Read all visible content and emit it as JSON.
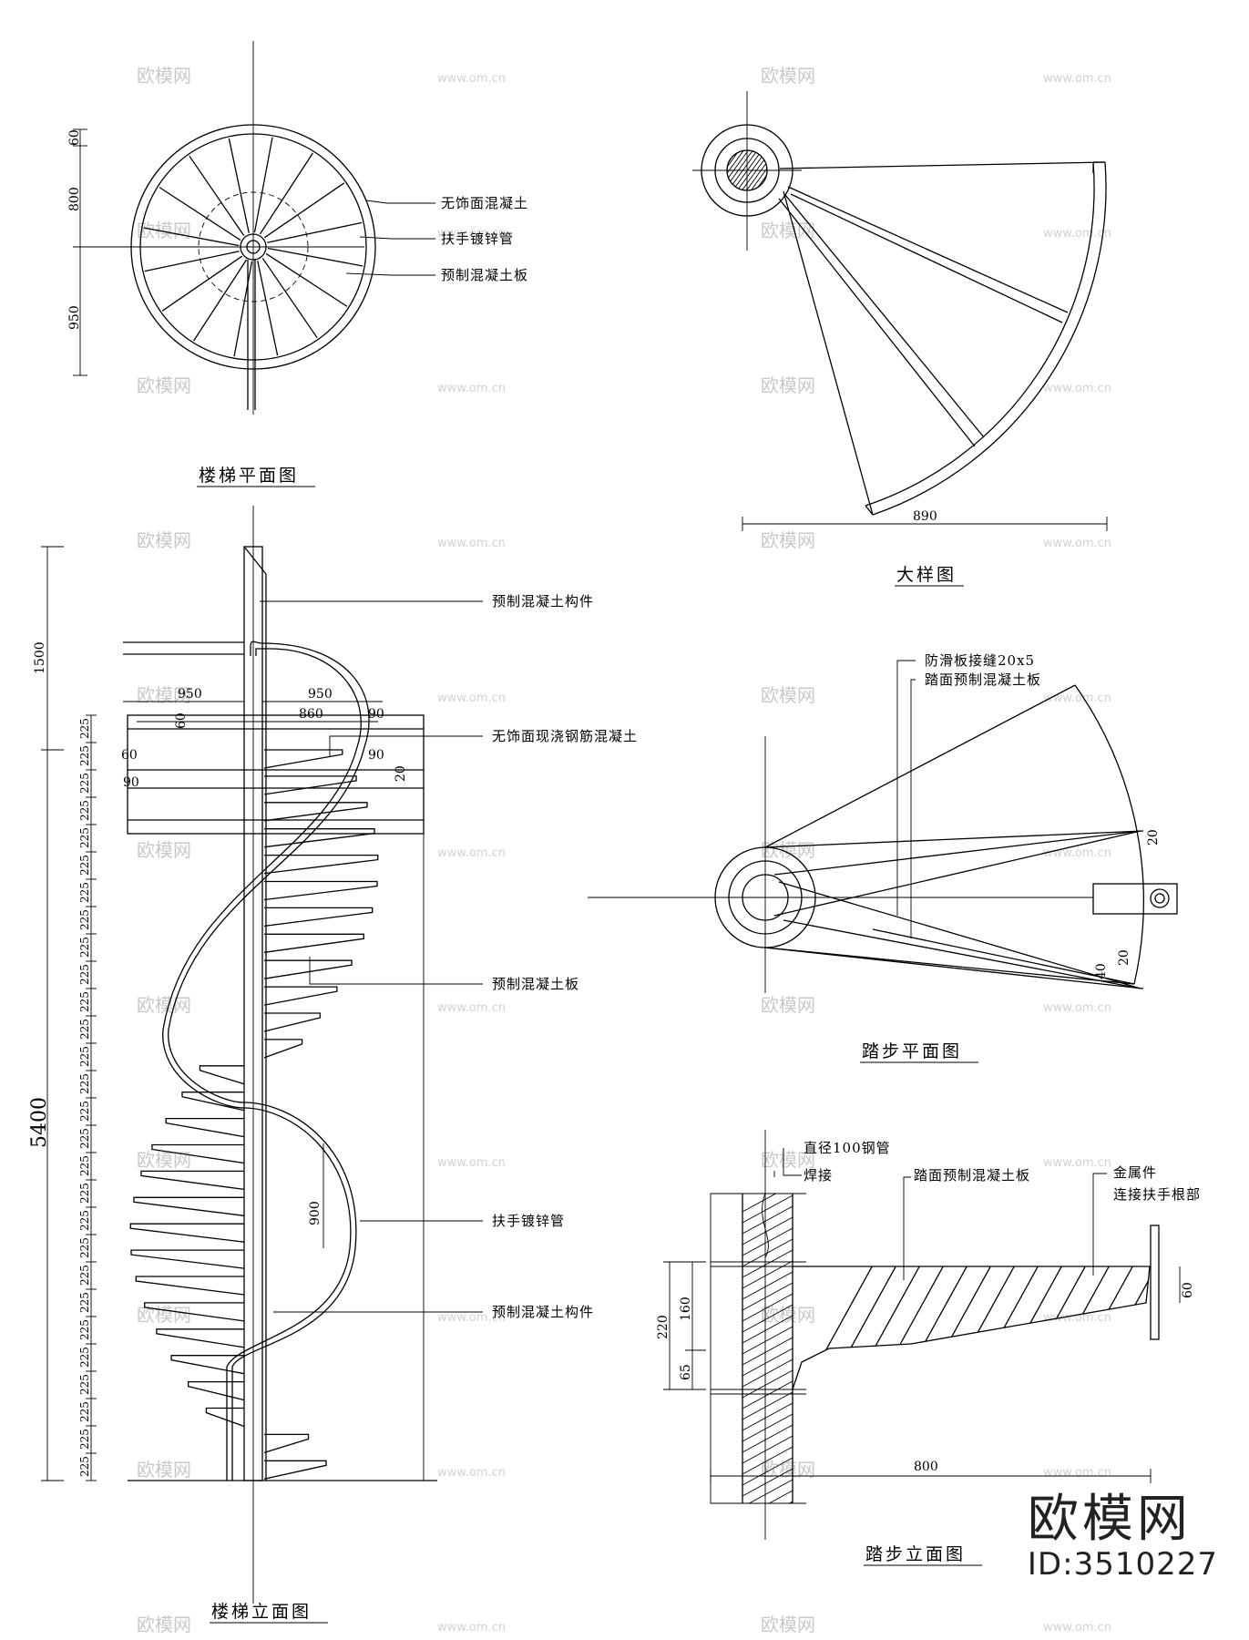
{
  "titles": {
    "stair_plan": "楼梯平面图",
    "detail": "大样图",
    "stair_elevation": "楼梯立面图",
    "tread_plan": "踏步平面图",
    "tread_elevation": "踏步立面图"
  },
  "plan_labels": [
    "无饰面混凝土",
    "扶手镀锌管",
    "预制混凝土板"
  ],
  "plan_dims": [
    "60",
    "800",
    "950"
  ],
  "detail_dim": "890",
  "elevation_labels": {
    "top_member": "预制混凝土构件",
    "landing": "无饰面现浇钢筋混凝土",
    "slab": "预制混凝土板",
    "handrail": "扶手镀锌管",
    "bottom_member": "预制混凝土构件"
  },
  "elevation_dims": {
    "top": "1500",
    "total": "5400",
    "riser": "225",
    "left_width": "950",
    "right_width": "950",
    "inner_width": "860",
    "d60a": "60",
    "d90a": "90",
    "d60b": "60",
    "d90b": "90",
    "d90c": "90",
    "d20": "20",
    "rail_height": "900"
  },
  "tread_plan_labels": [
    "防滑板接缝20x5",
    "踏面预制混凝土板"
  ],
  "tread_plan_dims": [
    "20",
    "20",
    "40"
  ],
  "tread_elev_labels": [
    "直径100钢管",
    "焊接",
    "踏面预制混凝土板",
    "金属件",
    "连接扶手根部"
  ],
  "tread_elev_dims": [
    "220",
    "160",
    "65",
    "60",
    "800"
  ],
  "watermark": {
    "brand": "欧模网",
    "url": "www.om.cn"
  },
  "brand": {
    "name": "欧模网",
    "id": "ID:3510227"
  }
}
